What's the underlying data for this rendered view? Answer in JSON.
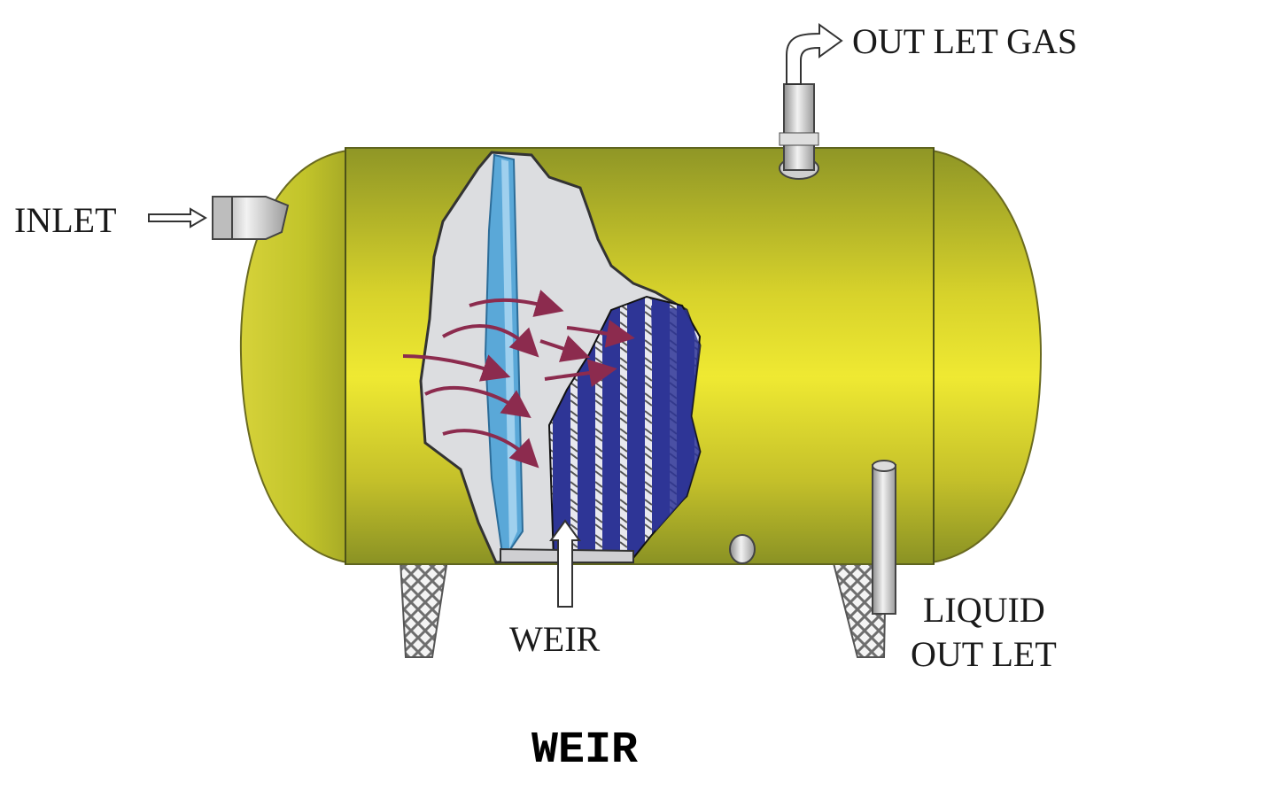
{
  "diagram": {
    "labels": {
      "inlet": "INLET",
      "outlet_gas": "OUT LET GAS",
      "weir": "WEIR",
      "liquid_outlet_line1": "LIQUID",
      "liquid_outlet_line2": "OUT LET"
    },
    "caption": "WEIR",
    "colors": {
      "vessel_body": "#c8c52a",
      "vessel_highlight": "#ece830",
      "vessel_shadow": "#7f8a22",
      "cutaway_interior": "#dcdde0",
      "inlet_diverter": "#5aa8d8",
      "coalescer_pack": "#2e3596",
      "flow_arrows": "#8c2b4e",
      "pipes": "#c9c9c9",
      "saddles": "#8a8a8a"
    }
  }
}
